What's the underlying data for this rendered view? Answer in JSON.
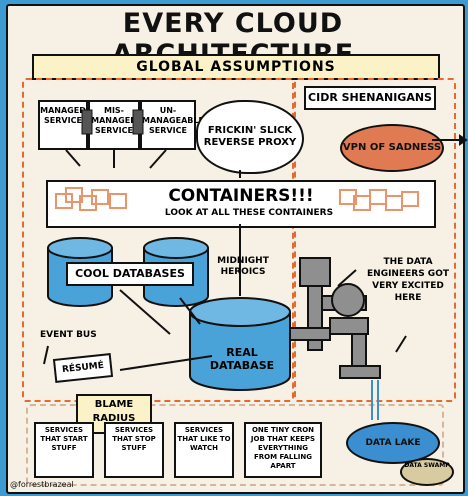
{
  "title": "EVERY CLOUD ARCHITECTURE",
  "banner": "GLOBAL ASSUMPTIONS",
  "services": [
    {
      "label": "MANAGED SERVICE"
    },
    {
      "label": "MIS-MANAGED SERVICE"
    },
    {
      "label": "UN-MANAGEABLE SERVICE"
    }
  ],
  "proxy": "FRICKIN' SLICK REVERSE PROXY",
  "cidr": "CIDR SHENANIGANS",
  "vpn": "VPN OF SADNESS",
  "containers": {
    "title": "CONTAINERS!!!",
    "subtitle": "LOOK AT ALL THESE CONTAINERS"
  },
  "cool_databases": "COOL DATABASES",
  "midnight": "MIDNIGHT HEROICS",
  "engineers": "THE DATA ENGINEERS GOT VERY EXCITED HERE",
  "event_bus": "EVENT BUS",
  "resume": "RÉSUMÉ",
  "real_database": "REAL DATABASE",
  "blame_radius": "BLAME RADIUS",
  "bottom_boxes": [
    "SERVICES THAT START STUFF",
    "SERVICES THAT STOP STUFF",
    "SERVICES THAT LIKE TO WATCH",
    "ONE TINY CRON JOB THAT KEEPS EVERYTHING FROM FALLING APART"
  ],
  "data_lake": "DATA LAKE",
  "data_swamp": "DATA SWAMP",
  "credit": "@forrestbrazeal",
  "colors": {
    "background": "#3e9bd1",
    "paper": "#f6f1e4",
    "banner": "#fbf3c7",
    "orange_dash": "#e46b2f",
    "vpn": "#e07a52",
    "container_icon": "#e8956b",
    "database": "#4aa3d8",
    "lake": "#3b8ed0",
    "pipe": "#8f8f8f"
  }
}
